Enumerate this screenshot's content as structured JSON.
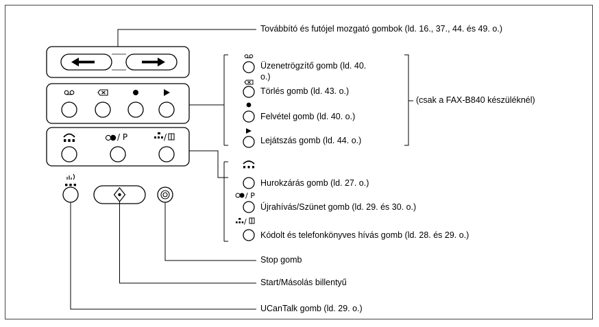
{
  "labels": {
    "tovabbito": "Továbbító és futójel mozgató gombok (ld. 16., 37., 44. és 49. o.)",
    "uzenetrogzito_line1": "Üzenetrögzítő gomb (ld. 40.",
    "uzenetrogzito_line2": "o.)",
    "torles": "Törlés gomb (ld. 43. o.)",
    "felvetel": "Felvétel gomb (ld. 40. o.)",
    "lejatszas": "Lejátszás gomb (ld. 44. o.)",
    "csak_fax": "(csak a FAX-B840 készüléknél)",
    "hurokzaras": "Hurokzárás gomb (ld. 27. o.)",
    "ujrahivas": "Újrahívás/Szünet gomb (ld. 29. és 30. o.)",
    "kodolt": "Kódolt és telefonkönyves hívás gomb (ld. 28. és 29. o.)",
    "stop": "Stop gomb",
    "start": "Start/Másolás billentyű",
    "ucantalk": "UCanTalk gomb (ld. 29. o.)"
  },
  "symbols": {
    "redial_pause": "/ P",
    "coded_dial": "/"
  },
  "icons": {
    "left_arrow": "left-arrow-icon",
    "right_arrow": "right-arrow-icon",
    "tape": "tape-icon",
    "delete": "delete-icon",
    "record": "record-dot-icon",
    "play": "play-triangle-icon",
    "hook": "handset-icon",
    "redial": "redial-icon",
    "book": "book-icon",
    "ucantalk": "ucantalk-icon",
    "start": "start-diamond-icon",
    "stop": "stop-icon"
  }
}
